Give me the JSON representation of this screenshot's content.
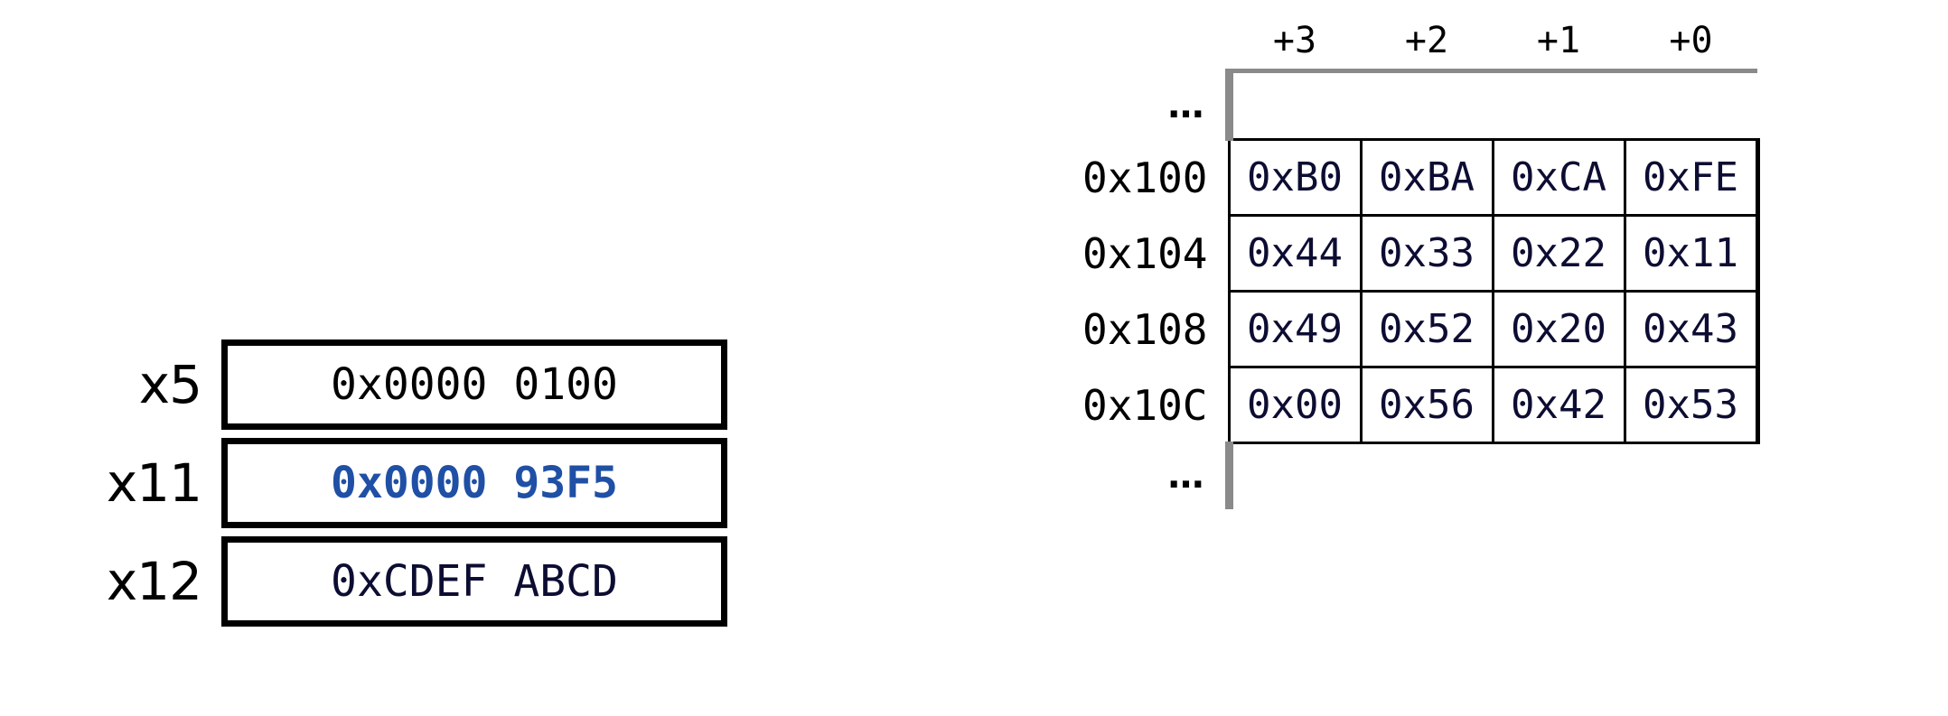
{
  "registers": {
    "rows": [
      {
        "label": "x5",
        "value": "0x0000 0100",
        "style": "val-black"
      },
      {
        "label": "x11",
        "value": "0x0000 93F5",
        "style": "val-highlight"
      },
      {
        "label": "x12",
        "value": "0xCDEF ABCD",
        "style": "val-navy"
      }
    ]
  },
  "memory": {
    "column_headers": [
      "+3",
      "+2",
      "+1",
      "+0"
    ],
    "ellipsis_top": "…",
    "ellipsis_bottom": "…",
    "rows": [
      {
        "address": "0x100",
        "bytes": [
          "0xB0",
          "0xBA",
          "0xCA",
          "0xFE"
        ]
      },
      {
        "address": "0x104",
        "bytes": [
          "0x44",
          "0x33",
          "0x22",
          "0x11"
        ]
      },
      {
        "address": "0x108",
        "bytes": [
          "0x49",
          "0x52",
          "0x20",
          "0x43"
        ]
      },
      {
        "address": "0x10C",
        "bytes": [
          "0x00",
          "0x56",
          "0x42",
          "0x53"
        ]
      }
    ]
  },
  "colors": {
    "highlight_blue": "#1f50a5",
    "value_navy": "#0d0d33",
    "border_black": "#000000",
    "border_gray": "#8a8a8a",
    "background": "#ffffff"
  }
}
